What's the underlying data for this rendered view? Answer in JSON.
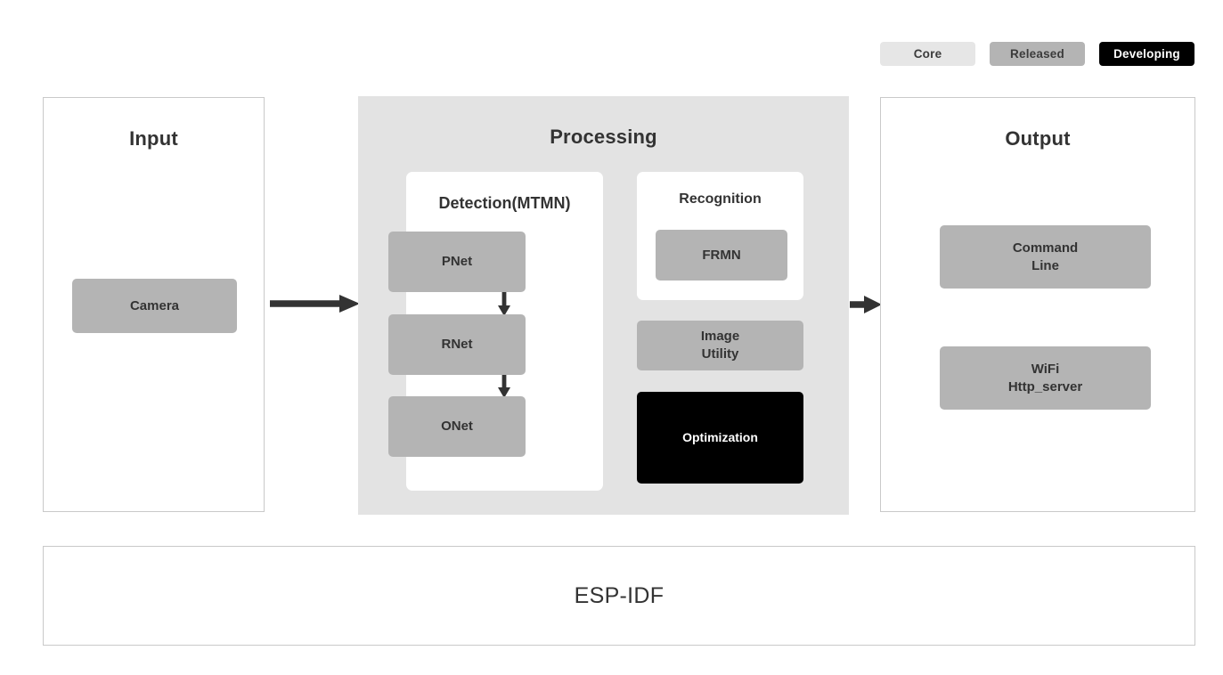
{
  "legend": {
    "items": [
      {
        "label": "Core",
        "color": "#e6e6e6",
        "text_color": "#3b3b3b"
      },
      {
        "label": "Released",
        "color": "#b4b4b4",
        "text_color": "#3b3b3b"
      },
      {
        "label": "Developing",
        "color": "#000000",
        "text_color": "#ffffff"
      }
    ]
  },
  "input": {
    "title": "Input",
    "nodes": [
      {
        "label": "Camera",
        "status": "Released"
      }
    ]
  },
  "processing": {
    "title": "Processing",
    "detection": {
      "title": "Detection(MTMN)",
      "nodes": [
        {
          "label": "PNet",
          "status": "Released"
        },
        {
          "label": "RNet",
          "status": "Released"
        },
        {
          "label": "ONet",
          "status": "Released"
        }
      ]
    },
    "recognition": {
      "title": "Recognition",
      "nodes": [
        {
          "label": "FRMN",
          "status": "Released"
        }
      ]
    },
    "extras": [
      {
        "label": "Image\nUtility",
        "status": "Released"
      },
      {
        "label": "Optimization",
        "status": "Developing"
      }
    ]
  },
  "output": {
    "title": "Output",
    "nodes": [
      {
        "label": "Command\nLine",
        "status": "Released"
      },
      {
        "label": "WiFi\nHttp_server",
        "status": "Released"
      }
    ]
  },
  "footer": {
    "label": "ESP-IDF"
  },
  "colors": {
    "core": "#e6e6e6",
    "released": "#b4b4b4",
    "developing": "#000000",
    "panel_border": "#c9c9c9",
    "processing_bg": "#e3e3e3",
    "text": "#333333",
    "arrow": "#333333"
  }
}
